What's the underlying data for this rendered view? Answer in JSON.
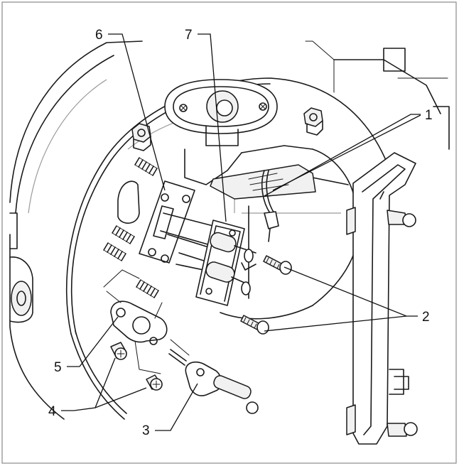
{
  "callouts": [
    {
      "id": "1",
      "label": "1"
    },
    {
      "id": "2",
      "label": "2"
    },
    {
      "id": "3",
      "label": "3"
    },
    {
      "id": "4",
      "label": "4"
    },
    {
      "id": "5",
      "label": "5"
    },
    {
      "id": "6",
      "label": "6"
    },
    {
      "id": "7",
      "label": "7"
    }
  ],
  "icons": {
    "frame": "figure-border",
    "spring": "spring-icon",
    "screw": "screw-icon",
    "nut": "hex-nut-icon"
  },
  "colors": {
    "line": "#1a1a1a",
    "frame": "#8a8a8a",
    "background": "#ffffff"
  }
}
